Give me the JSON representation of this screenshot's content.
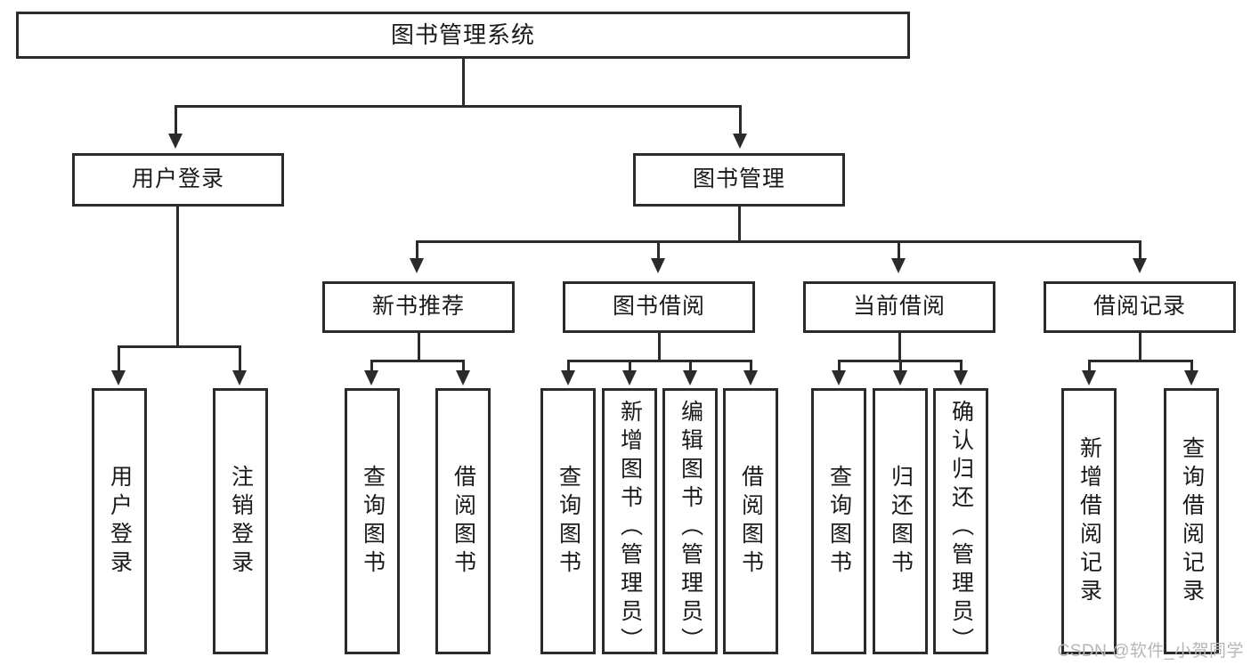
{
  "diagram": {
    "title": "图书管理系统",
    "root": {
      "id": "root",
      "label": "图书管理系统"
    },
    "level1": [
      {
        "id": "user-login",
        "label": "用户登录"
      },
      {
        "id": "book-management",
        "label": "图书管理"
      }
    ],
    "level2": [
      {
        "id": "new-book-recommend",
        "label": "新书推荐"
      },
      {
        "id": "book-borrow",
        "label": "图书借阅"
      },
      {
        "id": "current-borrow",
        "label": "当前借阅"
      },
      {
        "id": "borrow-record",
        "label": "借阅记录"
      }
    ],
    "leaves": {
      "user_login": [
        {
          "id": "leaf-user-login",
          "label": "用户登录"
        },
        {
          "id": "leaf-logout",
          "label": "注销登录"
        }
      ],
      "new_book_recommend": [
        {
          "id": "leaf-query-book-1",
          "label": "查询图书"
        },
        {
          "id": "leaf-borrow-book-1",
          "label": "借阅图书"
        }
      ],
      "book_borrow": [
        {
          "id": "leaf-query-book-2",
          "label": "查询图书"
        },
        {
          "id": "leaf-add-book",
          "label": "新增图书（管理员）"
        },
        {
          "id": "leaf-edit-book",
          "label": "编辑图书（管理员）"
        },
        {
          "id": "leaf-borrow-book-2",
          "label": "借阅图书"
        }
      ],
      "current_borrow": [
        {
          "id": "leaf-query-book-3",
          "label": "查询图书"
        },
        {
          "id": "leaf-return-book",
          "label": "归还图书"
        },
        {
          "id": "leaf-confirm-return",
          "label": "确认归还（管理员）"
        }
      ],
      "borrow_record": [
        {
          "id": "leaf-add-record",
          "label": "新增借阅记录"
        },
        {
          "id": "leaf-query-record",
          "label": "查询借阅记录"
        }
      ]
    }
  },
  "watermark": {
    "text": "CSDN @软件_小贺同学"
  },
  "colors": {
    "stroke": "#2b2b2b",
    "background": "#ffffff",
    "text": "#1a1a1a",
    "watermark": "#b6b6b6"
  }
}
